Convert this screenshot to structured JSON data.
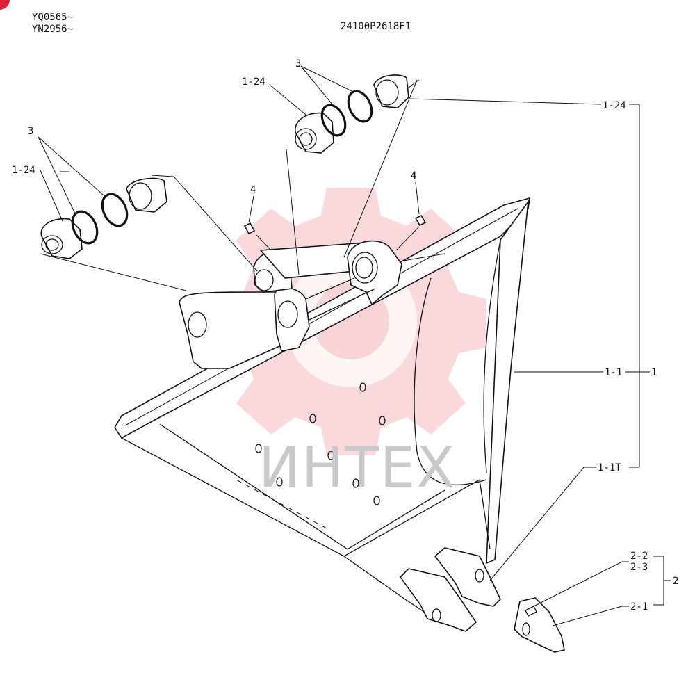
{
  "header": {
    "serial_1": "YQ0565~",
    "serial_2": "YN2956~",
    "drawing_code": "24100P2618F1"
  },
  "watermark": {
    "text": "ИНТЕХ",
    "color": "#f4b9bd"
  },
  "callouts": {
    "c3_top": "3",
    "c1_24_top": "1-24",
    "c3_left": "3",
    "c1_24_left": "1-24",
    "c4_left": "4",
    "c4_right": "4",
    "c1_24_right": "1-24",
    "c1_1": "1-1",
    "c1": "1",
    "c1_1t": "1-1T",
    "c2_2": "2-2",
    "c2_3": "2-3",
    "c2": "2",
    "c2_1": "2-1"
  },
  "colors": {
    "line": "#111111",
    "watermark": "#f4b9bd",
    "corner_mark": "#e0203a"
  }
}
